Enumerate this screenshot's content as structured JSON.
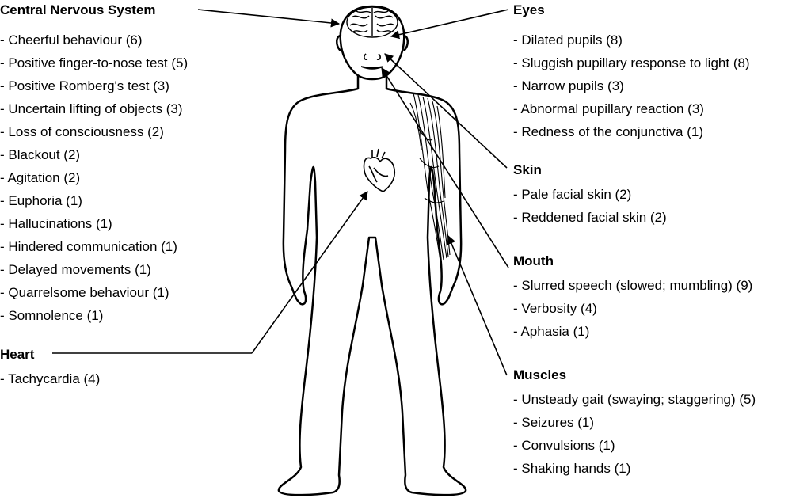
{
  "sections": {
    "cns": {
      "heading": "Central Nervous System",
      "items": [
        "- Cheerful behaviour (6)",
        "- Positive finger-to-nose test (5)",
        "- Positive Romberg's test (3)",
        "- Uncertain lifting of objects (3)",
        "- Loss of consciousness (2)",
        "- Blackout (2)",
        "- Agitation (2)",
        "- Euphoria (1)",
        "- Hallucinations (1)",
        "- Hindered communication (1)",
        "- Delayed movements (1)",
        "- Quarrelsome behaviour (1)",
        "- Somnolence (1)"
      ]
    },
    "heart": {
      "heading": "Heart",
      "items": [
        "- Tachycardia (4)"
      ]
    },
    "eyes": {
      "heading": "Eyes",
      "items": [
        "- Dilated pupils (8)",
        "- Sluggish pupillary response to light (8)",
        "- Narrow pupils (3)",
        "- Abnormal pupillary reaction (3)",
        "- Redness of the conjunctiva  (1)"
      ]
    },
    "skin": {
      "heading": "Skin",
      "items": [
        "- Pale facial skin (2)",
        "- Reddened facial skin (2)"
      ]
    },
    "mouth": {
      "heading": "Mouth",
      "items": [
        "- Slurred speech (slowed; mumbling) (9)",
        "- Verbosity (4)",
        "- Aphasia (1)"
      ]
    },
    "muscles": {
      "heading": "Muscles",
      "items": [
        "- Unsteady gait (swaying; staggering) (5)",
        "- Seizures (1)",
        "- Convulsions (1)",
        "- Shaking hands (1)"
      ]
    }
  },
  "colors": {
    "ink": "#000000",
    "background": "#ffffff"
  },
  "icons": [
    "human-body-outline",
    "brain-icon",
    "heart-icon",
    "arm-muscles-icon"
  ]
}
